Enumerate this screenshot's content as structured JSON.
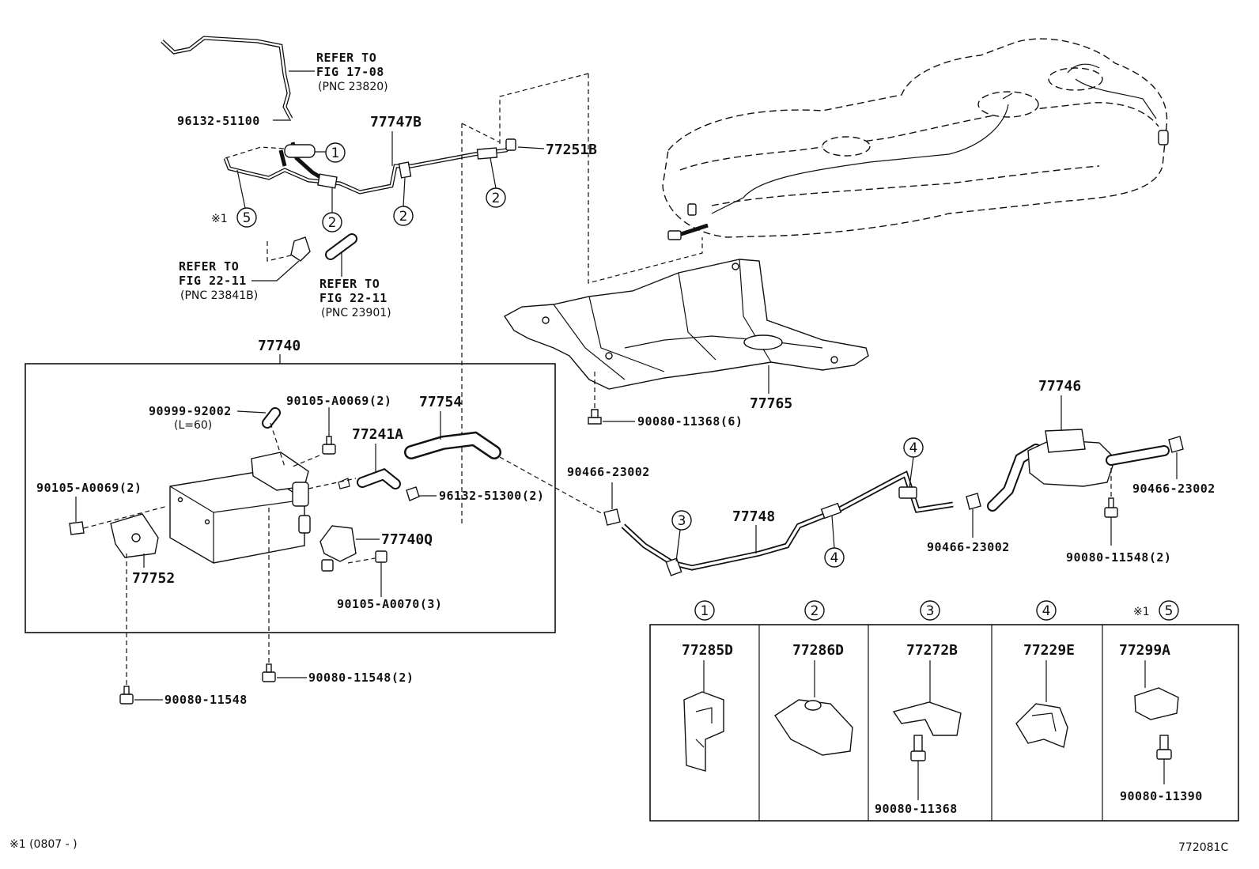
{
  "diagram_id": "772081C",
  "footnote": "※1 (0807 -     )",
  "refs": {
    "fig_17_08": [
      "REFER TO",
      "FIG 17-08",
      "(PNC 23820)"
    ],
    "fig_22_11_a": [
      "REFER TO",
      "FIG 22-11",
      "(PNC 23841B)"
    ],
    "fig_22_11_b": [
      "REFER TO",
      "FIG 22-11",
      "(PNC 23901)"
    ]
  },
  "parts": {
    "p96132_51100": "96132-51100",
    "p77747B": "77747B",
    "p77251B": "77251B",
    "p77740": "77740",
    "p90999_92002": "90999-92002",
    "p90999_92002_note": "(L=60)",
    "p90105_A0069_top": "90105-A0069(2)",
    "p77754": "77754",
    "p77241A": "77241A",
    "p90105_A0069_left": "90105-A0069(2)",
    "p96132_51300": "96132-51300(2)",
    "p77740Q": "77740Q",
    "p77752": "77752",
    "p90105_A0070": "90105-A0070(3)",
    "p90080_11548_2a": "90080-11548(2)",
    "p90080_11548": "90080-11548",
    "p77765": "77765",
    "p90080_11368_6": "90080-11368(6)",
    "p77746": "77746",
    "p90466_23002_a": "90466-23002",
    "p90466_23002_b": "90466-23002",
    "p90466_23002_c": "90466-23002",
    "p77748": "77748",
    "p90080_11548_2b": "90080-11548(2)"
  },
  "callouts": {
    "c1": "1",
    "c2": "2",
    "c3": "3",
    "c4": "4",
    "c5": "5",
    "note_mark": "※1"
  },
  "legend": [
    {
      "num": "1",
      "part": "77285D",
      "bolt": ""
    },
    {
      "num": "2",
      "part": "77286D",
      "bolt": ""
    },
    {
      "num": "3",
      "part": "77272B",
      "bolt": "90080-11368"
    },
    {
      "num": "4",
      "part": "77229E",
      "bolt": ""
    },
    {
      "num": "5",
      "part": "77299A",
      "bolt": "90080-11390",
      "note": "※1"
    }
  ]
}
